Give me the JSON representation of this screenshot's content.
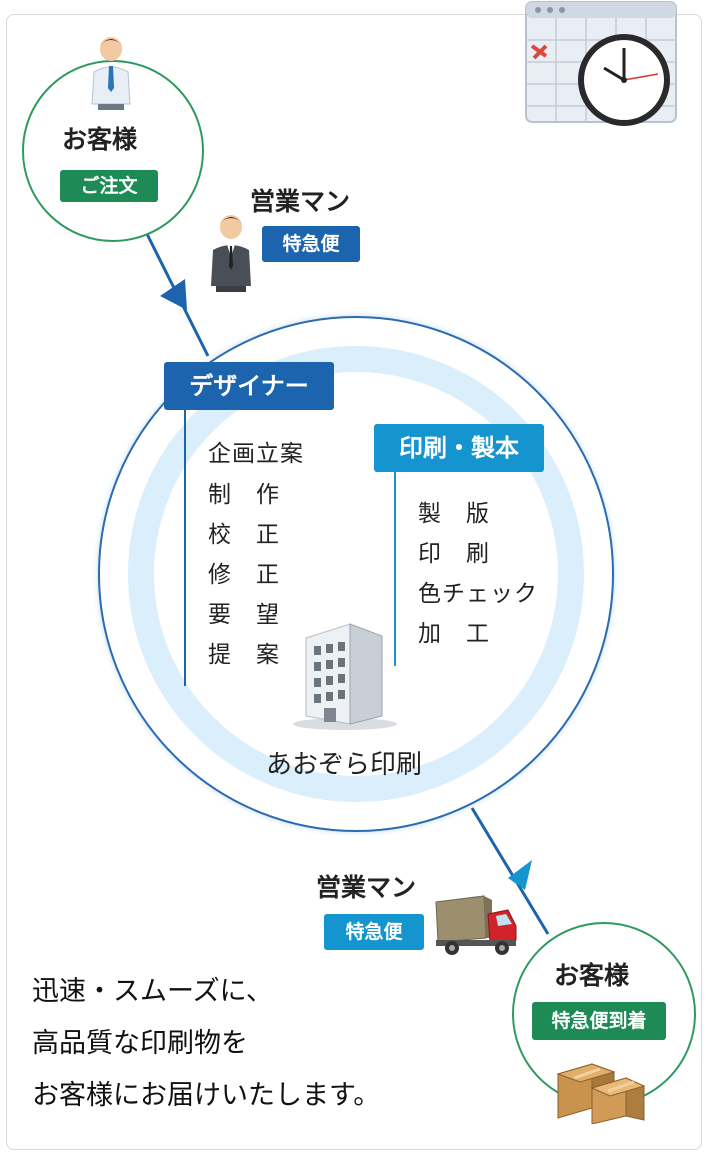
{
  "customer_top": {
    "title": "お客様",
    "badge": "ご注文"
  },
  "sales_top": {
    "title": "営業マン",
    "badge": "特急便"
  },
  "designer": {
    "tab": "デザイナー",
    "tasks": [
      "企画立案",
      "制　作",
      "校　正",
      "修　正",
      "要　望",
      "提　案"
    ]
  },
  "printing": {
    "tab": "印刷・製本",
    "tasks": [
      "製　版",
      "印　刷",
      "色チェック",
      "加　工"
    ]
  },
  "company": {
    "name": "あおぞら印刷"
  },
  "sales_bottom": {
    "title": "営業マン",
    "badge": "特急便"
  },
  "customer_bottom": {
    "title": "お客様",
    "badge": "特急便到着"
  },
  "message": {
    "lines": [
      "迅速・スムーズに、",
      "高品質な印刷物を",
      "お客様にお届けいたします。"
    ]
  },
  "colors": {
    "customer_green": "#1e8a55",
    "designer_blue": "#1c64ad",
    "printing_cyan": "#1595d0",
    "ring_light": "#dbeefc"
  },
  "icons": [
    "calendar-clock-icon",
    "businessman-icon",
    "salesman-icon",
    "office-building-icon",
    "delivery-truck-icon",
    "cardboard-boxes-icon"
  ]
}
